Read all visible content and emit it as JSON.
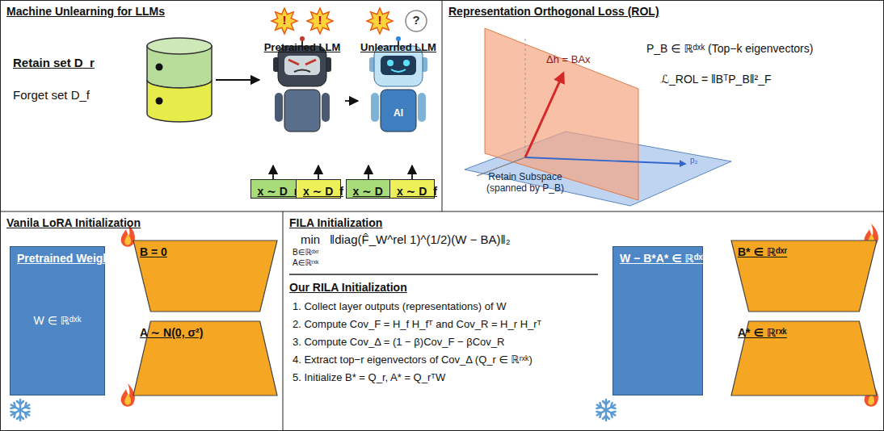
{
  "diagram": {
    "nodes": [
      {
        "text": [
          "Machine Unlearning for LLMs"
        ]
      },
      {
        "text": [
          "Retain set D_r",
          "Forget set D_f"
        ],
        "in": 0
      },
      {
        "text": [
          "Pretrained LLM"
        ],
        "in": 0
      },
      {
        "text": [
          "Unlearned LLM"
        ],
        "in": 0
      },
      {
        "text": [
          "x ∼ D_r"
        ],
        "in": 0
      },
      {
        "text": [
          "x ∼ D_f"
        ],
        "in": 0
      },
      {
        "text": [
          "x ∼ D_r"
        ],
        "in": 0
      },
      {
        "text": [
          "x ∼ D_f"
        ],
        "in": 0
      },
      {
        "text": [
          "Representation Orthogonal Loss (ROL)"
        ]
      },
      {
        "text": [
          "Vanila LoRA Initialization"
        ]
      },
      {
        "text": [
          "Pretrained Weight",
          "W ∈ ℝᵈˣᵏ"
        ],
        "in": 9
      },
      {
        "text": [
          "B = 0"
        ],
        "in": 9
      },
      {
        "text": [
          "A ∼ N(0, σ²)"
        ],
        "in": 9
      },
      {
        "text": [
          "FILA Initialization"
        ]
      },
      {
        "text": [
          "W − B*A* ∈ ℝᵈˣᵏ"
        ],
        "in": 13
      },
      {
        "text": [
          "B* ∈ ℝᵈˣʳ"
        ],
        "in": 13
      },
      {
        "text": [
          "A* ∈ ℝʳˣᵏ"
        ],
        "in": 13
      }
    ],
    "edges": [
      {
        "from": 1,
        "to": 2,
        "arrow": "to"
      },
      {
        "from": 2,
        "to": 3,
        "arrow": "to"
      },
      {
        "from": 4,
        "to": 2,
        "arrow": "to"
      },
      {
        "from": 5,
        "to": 2,
        "arrow": "to"
      },
      {
        "from": 6,
        "to": 3,
        "arrow": "to"
      },
      {
        "from": 7,
        "to": 3,
        "arrow": "to"
      }
    ],
    "labels": [
      "!",
      "!",
      "!",
      "?",
      "AI",
      "Δh = BAx",
      "P_B ∈ ℝᵈˣᵏ (Top−k eigenvectors)",
      "ℒ_ROL = ‖BᵀP_B‖²_F",
      "Retain Subspace (spanned by P_B)",
      "p₂",
      "min",
      "B∈ℝᵈˣʳ",
      "A∈ℝʳˣᵏ",
      "‖diag(F̂_W^rel 1)^(1/2)(W − BA)‖₂",
      "Our RILA Initialization",
      "1. Collect layer outputs (representations) of W",
      "2. Compute Cov_F = H_f H_fᵀ and Cov_R = H_r H_rᵀ",
      "3. Compute Cov_Δ = (1 − β)Cov_F − βCov_R",
      "4. Extract top−r eigenvectors of Cov_Δ (Q_r ∈ ℝʳˣᵏ)",
      "5. Initialize B* = Q_r, A* = Q_rᵀW"
    ]
  }
}
